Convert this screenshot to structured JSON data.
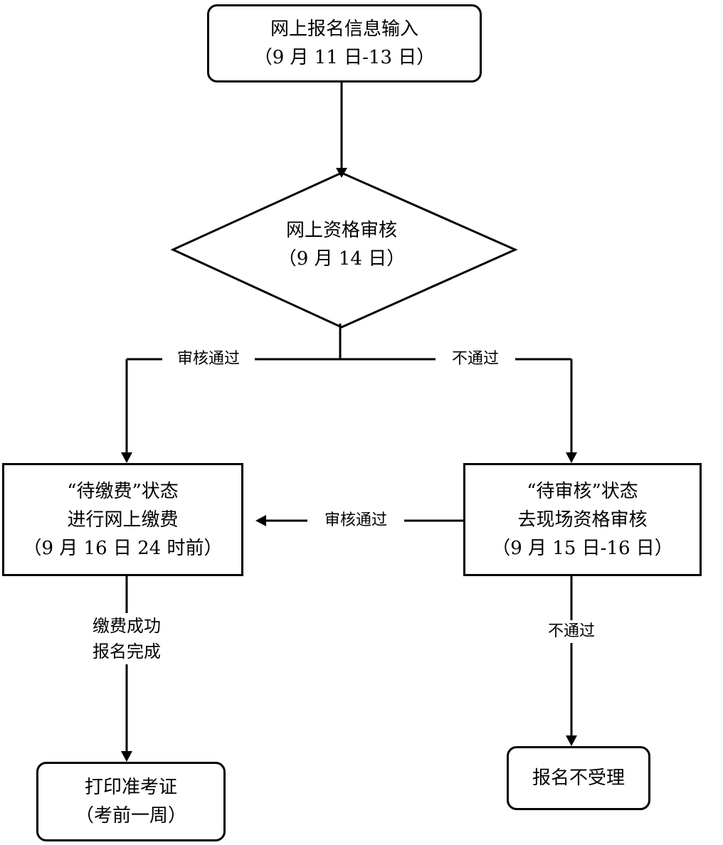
{
  "nodes": {
    "start": {
      "line1": "网上报名信息输入",
      "line2": "（9 月 11 日-13 日）"
    },
    "review": {
      "line1": "网上资格审核",
      "line2": "（9 月 14 日）"
    },
    "pay": {
      "line1": "“待缴费”状态",
      "line2": "进行网上缴费",
      "line3": "（9 月 16 日 24 时前）"
    },
    "onsite": {
      "line1": "“待审核”状态",
      "line2": "去现场资格审核",
      "line3": "（9 月 15 日-16 日）"
    },
    "print": {
      "line1": "打印准考证",
      "line2": "（考前一周）"
    },
    "reject": {
      "line1": "报名不受理"
    }
  },
  "edges": {
    "review_pass": "审核通过",
    "review_fail": "不通过",
    "onsite_pass": "审核通过",
    "pay_done_line1": "缴费成功",
    "pay_done_line2": "报名完成",
    "onsite_fail": "不通过"
  }
}
